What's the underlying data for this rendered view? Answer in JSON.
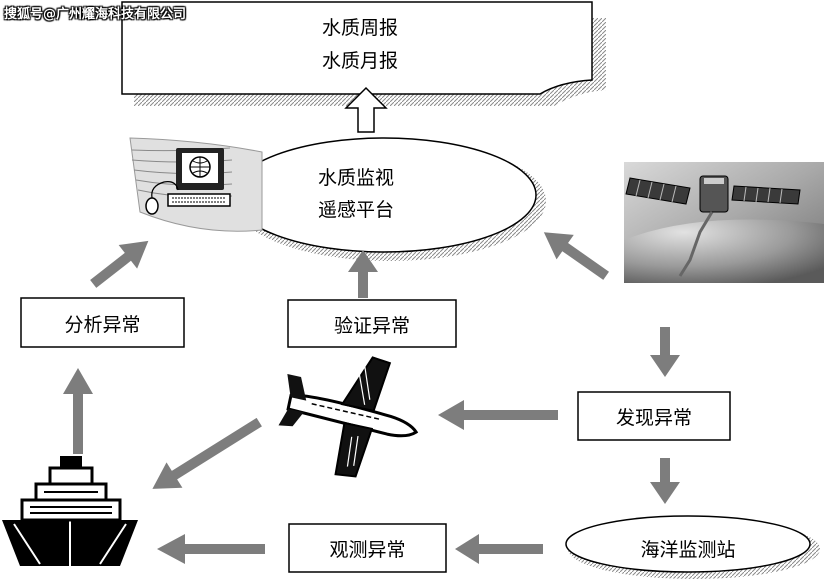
{
  "watermark": "搜狐号@广州耀海科技有限公司",
  "reports": {
    "weekly": "水质周报",
    "monthly": "水质月报"
  },
  "platform": {
    "line1": "水质监视",
    "line2": "遥感平台"
  },
  "boxes": {
    "analyze": "分析异常",
    "verify": "验证异常",
    "discover": "发现异常",
    "observe": "观测异常"
  },
  "station": "海洋监测站",
  "colors": {
    "arrow": "#7d7d7d",
    "shadow": "#a8a8a8",
    "line": "#000000",
    "bg": "#ffffff"
  }
}
